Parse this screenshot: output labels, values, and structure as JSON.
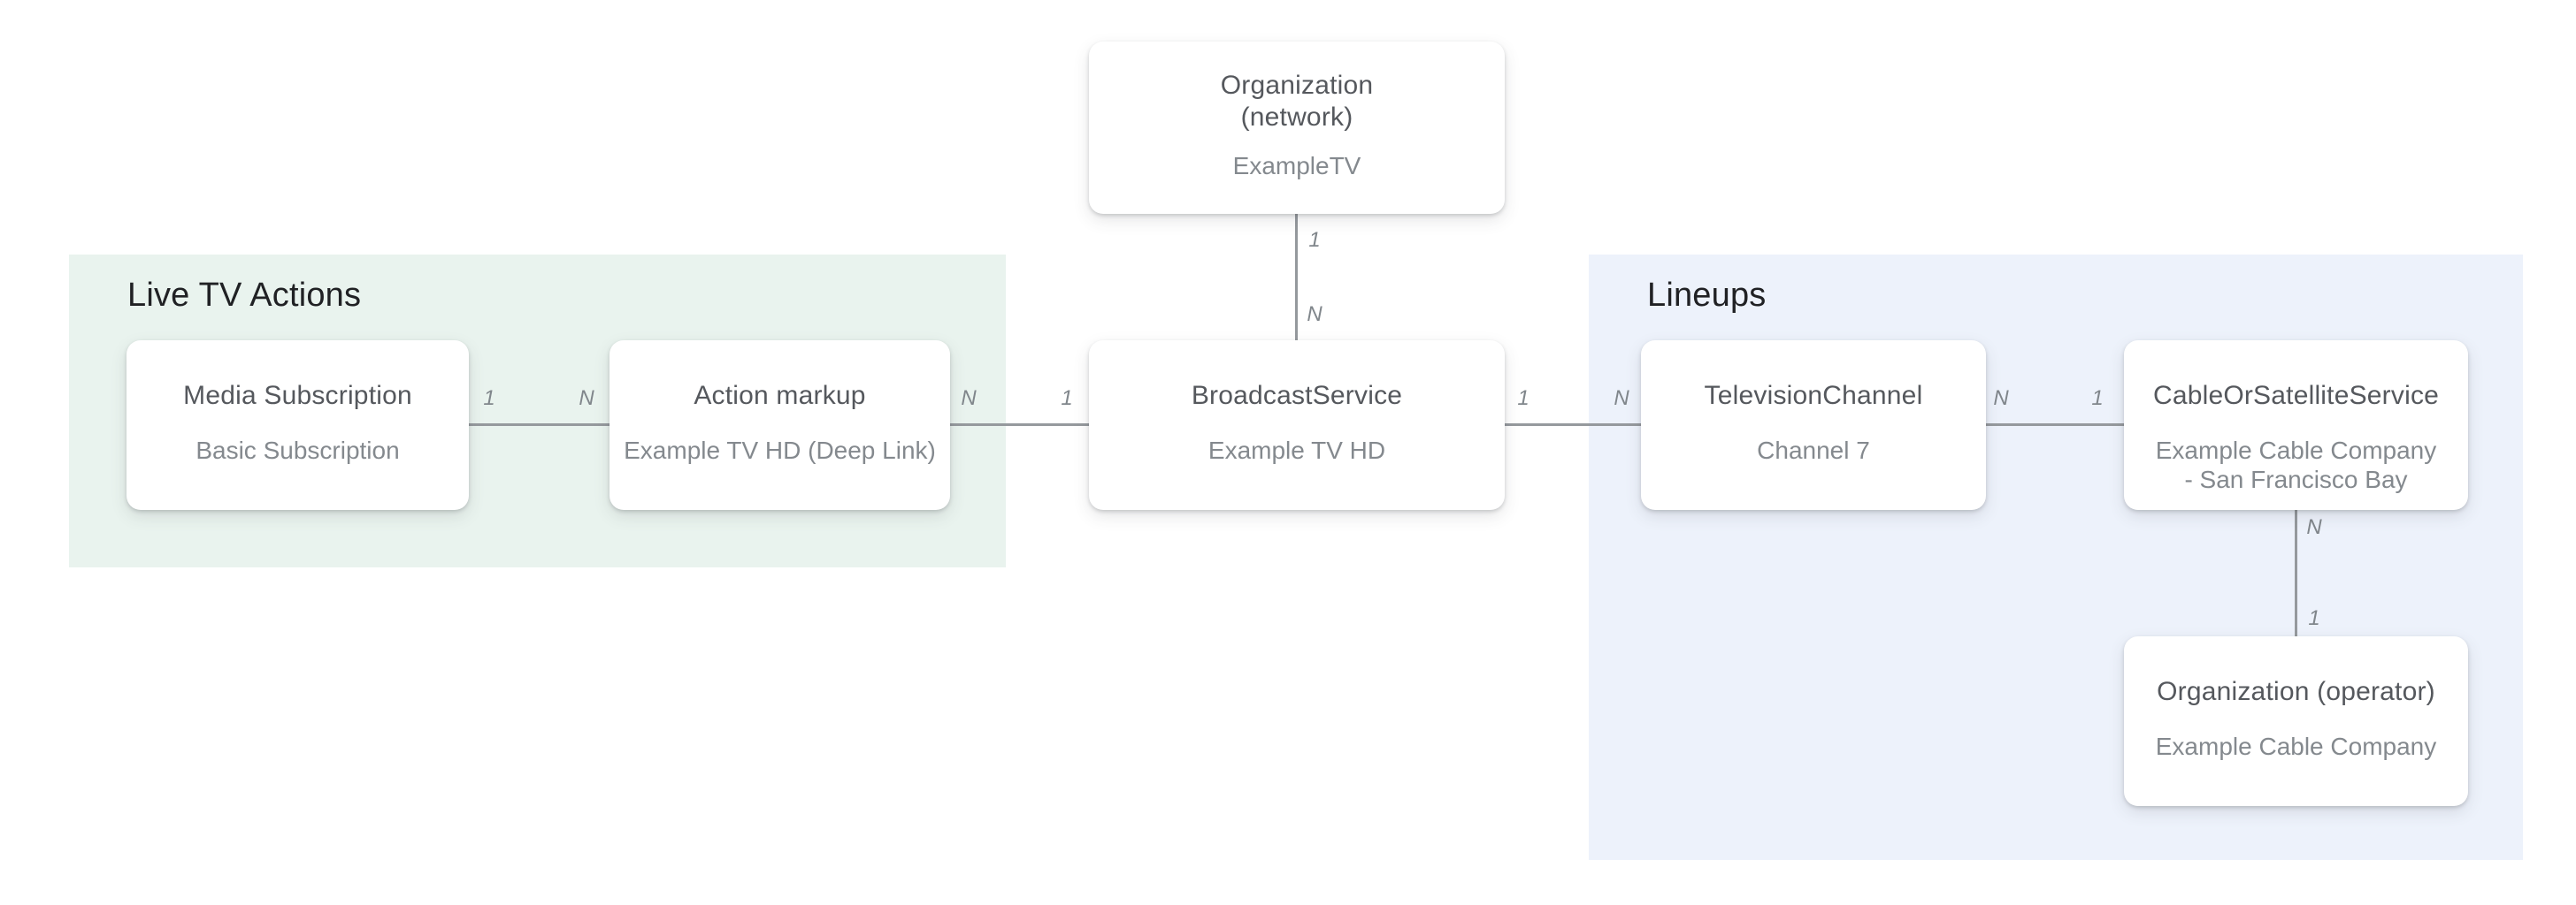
{
  "regions": {
    "live_tv_actions": {
      "label": "Live TV Actions",
      "color": "#E9F3EE"
    },
    "lineups": {
      "label": "Lineups",
      "color": "#EDF2FB"
    }
  },
  "nodes": {
    "organization_network": {
      "title_line1": "Organization",
      "title_line2": "(network)",
      "subtitle": "ExampleTV"
    },
    "media_subscription": {
      "title": "Media Subscription",
      "subtitle": "Basic Subscription"
    },
    "action_markup": {
      "title": "Action markup",
      "subtitle": "Example TV HD (Deep Link)"
    },
    "broadcast_service": {
      "title": "BroadcastService",
      "subtitle": "Example TV HD"
    },
    "television_channel": {
      "title": "TelevisionChannel",
      "subtitle": "Channel 7"
    },
    "cable_or_satellite_service": {
      "title": "CableOrSatelliteService",
      "subtitle": "Example Cable Company - San Francisco Bay"
    },
    "organization_operator": {
      "title": "Organization (operator)",
      "subtitle": "Example Cable Company"
    }
  },
  "edges": {
    "network_to_broadcast": {
      "start": "1",
      "end": "N"
    },
    "media_to_action": {
      "start": "1",
      "end": "N"
    },
    "action_to_broadcast": {
      "start": "N",
      "end": "1"
    },
    "broadcast_to_television": {
      "start": "1",
      "end": "N"
    },
    "television_to_cable": {
      "start": "N",
      "end": "1"
    },
    "cable_to_operator": {
      "start": "N",
      "end": "1"
    }
  },
  "colors": {
    "background": "#FFFFFF",
    "connector": "#95999D",
    "edge_label": "#80868B",
    "node_title": "#55585D",
    "node_subtitle": "#84898E",
    "region_heading": "#202124"
  }
}
